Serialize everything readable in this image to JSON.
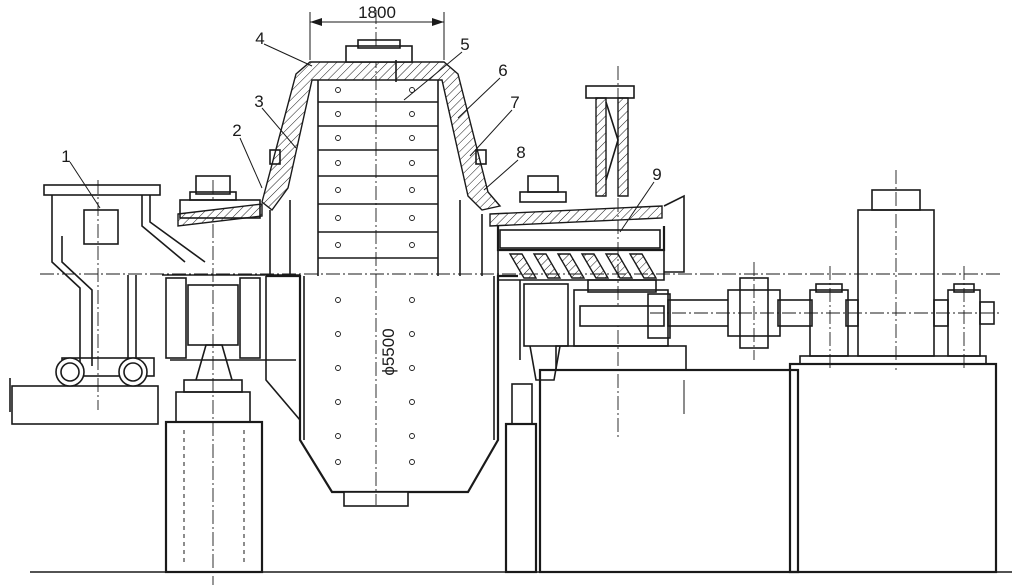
{
  "dimensions": {
    "top_width": "1800",
    "shell_diameter": "ϕ5500"
  },
  "part_labels": [
    "1",
    "2",
    "3",
    "4",
    "5",
    "6",
    "7",
    "8",
    "9"
  ],
  "colors": {
    "ink": "#1a1a1a",
    "paper": "#ffffff"
  }
}
